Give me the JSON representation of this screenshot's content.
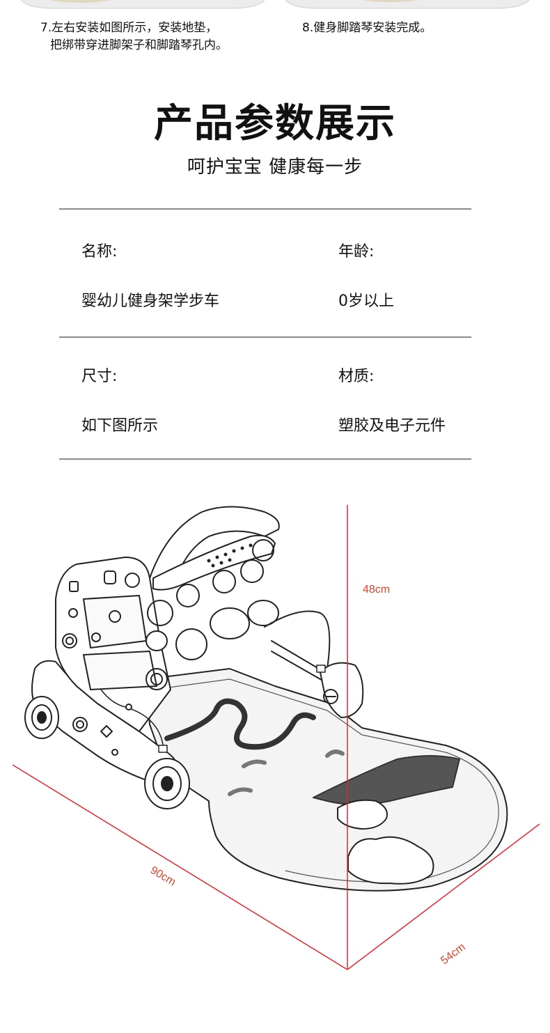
{
  "steps": [
    {
      "line1": "7.左右安装如图所示，安装地垫，",
      "line2": "把绑带穿进脚架子和脚踏琴孔内。"
    },
    {
      "line1": "8.健身脚踏琴安装完成。"
    }
  ],
  "header": {
    "title": "产品参数展示",
    "subtitle": "呵护宝宝 健康每一步"
  },
  "params": [
    {
      "label": "名称:",
      "value": "婴幼儿健身架学步车"
    },
    {
      "label": "年龄:",
      "value": "0岁以上"
    },
    {
      "label": "尺寸:",
      "value": "如下图所示"
    },
    {
      "label": "材质:",
      "value": "塑胶及电子元件"
    }
  ],
  "dimensions": {
    "height": "48cm",
    "length": "90cm",
    "width": "54cm",
    "line_color": "#e8242b",
    "text_color": "#d9442a"
  }
}
